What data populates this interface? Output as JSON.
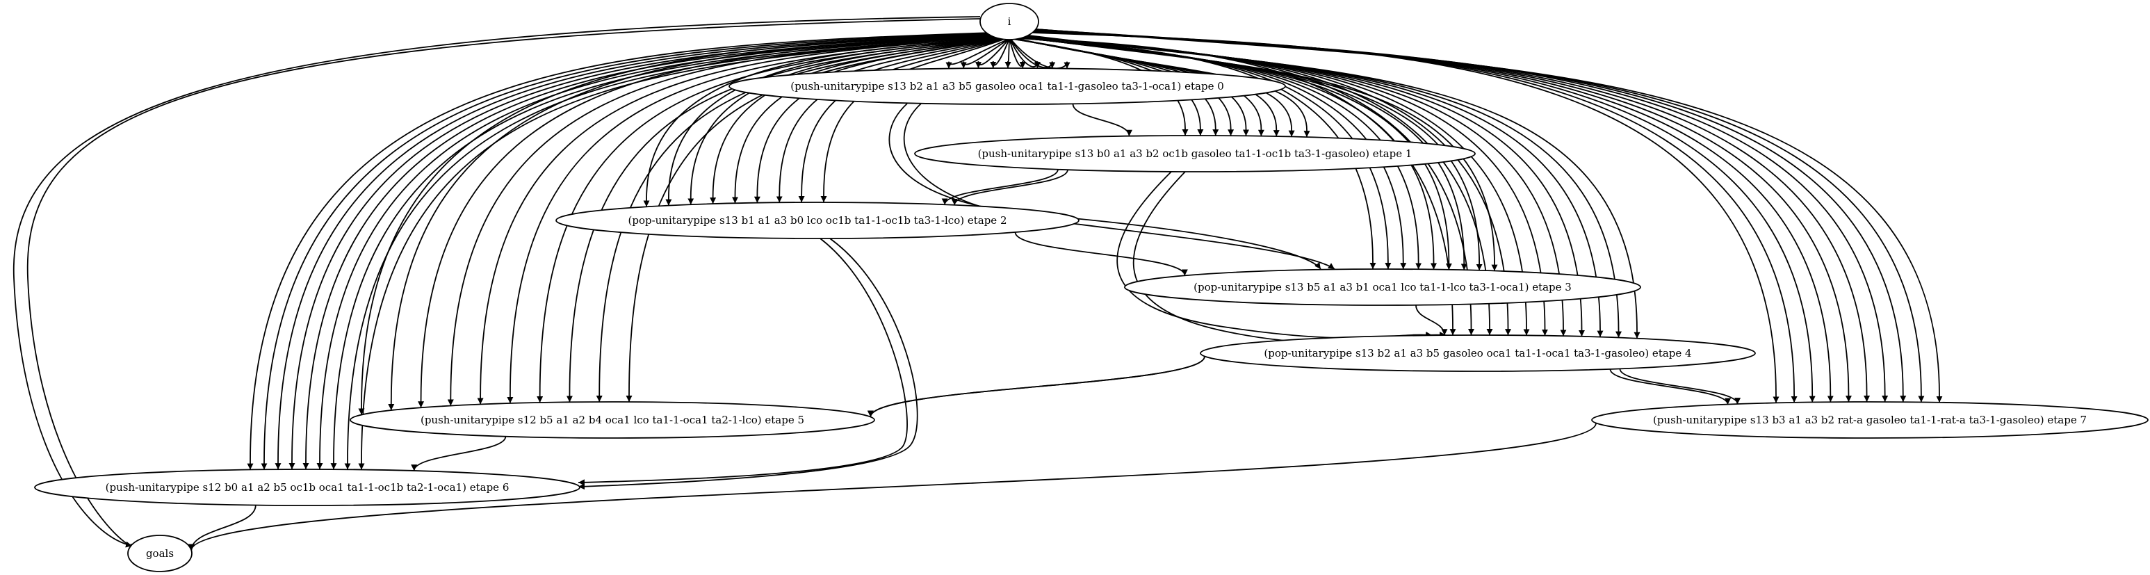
{
  "diagram": {
    "type": "directed-graph",
    "colors": {
      "stroke": "#000000",
      "fill": "#ffffff",
      "background": "#ffffff"
    },
    "nodes": [
      {
        "id": "i",
        "label": "i"
      },
      {
        "id": "e0",
        "label": "(push-unitarypipe s13 b2 a1 a3 b5 gasoleo oca1 ta1-1-gasoleo ta3-1-oca1) etape 0"
      },
      {
        "id": "e1",
        "label": "(push-unitarypipe s13 b0 a1 a3 b2 oc1b gasoleo ta1-1-oc1b ta3-1-gasoleo) etape 1"
      },
      {
        "id": "e2",
        "label": "(pop-unitarypipe s13 b1 a1 a3 b0 lco oc1b ta1-1-oc1b ta3-1-lco) etape 2"
      },
      {
        "id": "e3",
        "label": "(pop-unitarypipe s13 b5 a1 a3 b1 oca1 lco ta1-1-lco ta3-1-oca1) etape 3"
      },
      {
        "id": "e4",
        "label": "(pop-unitarypipe s13 b2 a1 a3 b5 gasoleo oca1 ta1-1-oca1 ta3-1-gasoleo) etape 4"
      },
      {
        "id": "e5",
        "label": "(push-unitarypipe s12 b5 a1 a2 b4 oca1 lco ta1-1-oca1 ta2-1-lco) etape 5"
      },
      {
        "id": "e6",
        "label": "(push-unitarypipe s12 b0 a1 a2 b5 oc1b oca1 ta1-1-oc1b ta2-1-oca1) etape 6"
      },
      {
        "id": "e7",
        "label": "(push-unitarypipe s13 b3 a1 a3 b2 rat-a gasoleo ta1-1-rat-a ta3-1-gasoleo) etape 7"
      },
      {
        "id": "goals",
        "label": "goals"
      }
    ],
    "edges": [
      {
        "from": "i",
        "to": "e0",
        "count": 9
      },
      {
        "from": "i",
        "to": "e1",
        "count": 9
      },
      {
        "from": "i",
        "to": "e2",
        "count": 9
      },
      {
        "from": "i",
        "to": "e3",
        "count": 9
      },
      {
        "from": "i",
        "to": "e4",
        "count": 11
      },
      {
        "from": "i",
        "to": "e5",
        "count": 10
      },
      {
        "from": "i",
        "to": "e6",
        "count": 9
      },
      {
        "from": "i",
        "to": "e7",
        "count": 10
      },
      {
        "from": "i",
        "to": "goals",
        "count": 2
      },
      {
        "from": "e0",
        "to": "e1",
        "count": 1
      },
      {
        "from": "e0",
        "to": "e3",
        "count": 2
      },
      {
        "from": "e1",
        "to": "e2",
        "count": 2
      },
      {
        "from": "e1",
        "to": "e4",
        "count": 2
      },
      {
        "from": "e2",
        "to": "e3",
        "count": 1
      },
      {
        "from": "e2",
        "to": "e6",
        "count": 2
      },
      {
        "from": "e3",
        "to": "e4",
        "count": 1
      },
      {
        "from": "e4",
        "to": "e5",
        "count": 2
      },
      {
        "from": "e4",
        "to": "e7",
        "count": 2
      },
      {
        "from": "e5",
        "to": "e6",
        "count": 1
      },
      {
        "from": "e6",
        "to": "goals",
        "count": 1
      },
      {
        "from": "e7",
        "to": "goals",
        "count": 1
      }
    ]
  }
}
